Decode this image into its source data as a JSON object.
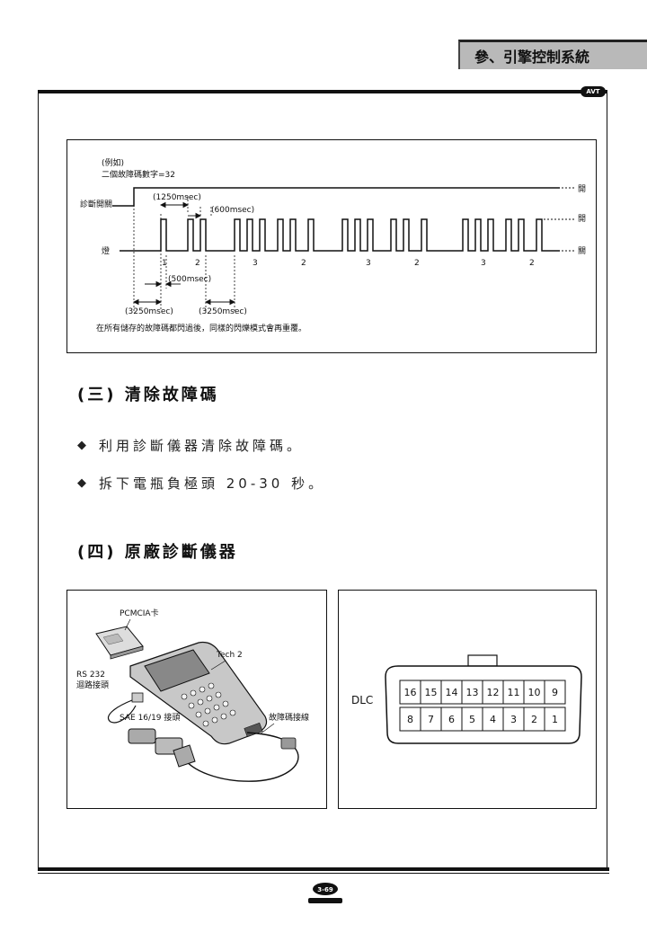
{
  "header": {
    "chapter_title": "參、引擎控制系統",
    "badge_text": "AVT"
  },
  "diagram": {
    "example_label": "(例如)",
    "code_label": "二個故障碼數字=32",
    "switch_label": "診斷開關",
    "lamp_label": "燈",
    "open_label_1": "開",
    "open_label_2": "開",
    "close_label": "關",
    "t1250": "(1250msec)",
    "t600": "(600msec)",
    "t500": "(500msec)",
    "t3250a": "(3250msec)",
    "t3250b": "(3250msec)",
    "digits": [
      "1",
      "2",
      "3",
      "2",
      "3",
      "2",
      "3",
      "2"
    ],
    "caption": "在所有儲存的故障碼都閃過後，同樣的閃爍模式會再重覆。"
  },
  "section3": {
    "title": "(三) 清除故障碼",
    "bullets": [
      "利用診斷儀器清除故障碼。",
      "拆下電瓶負極頭 20-30 秒。"
    ]
  },
  "section4": {
    "title": "(四) 原廠診斷儀器"
  },
  "tech2": {
    "pcmcia": "PCMCIA卡",
    "tech2": "Tech 2",
    "rs232": "RS 232",
    "rs232_sub": "迴路接頭",
    "sae": "SAE 16/19 接頭",
    "dlc_cable": "故障碼接線"
  },
  "dlc": {
    "label": "DLC",
    "top_pins": [
      "16",
      "15",
      "14",
      "13",
      "12",
      "11",
      "10",
      "9"
    ],
    "bottom_pins": [
      "8",
      "7",
      "6",
      "5",
      "4",
      "3",
      "2",
      "1"
    ]
  },
  "footer": {
    "page_number": "3-69"
  }
}
